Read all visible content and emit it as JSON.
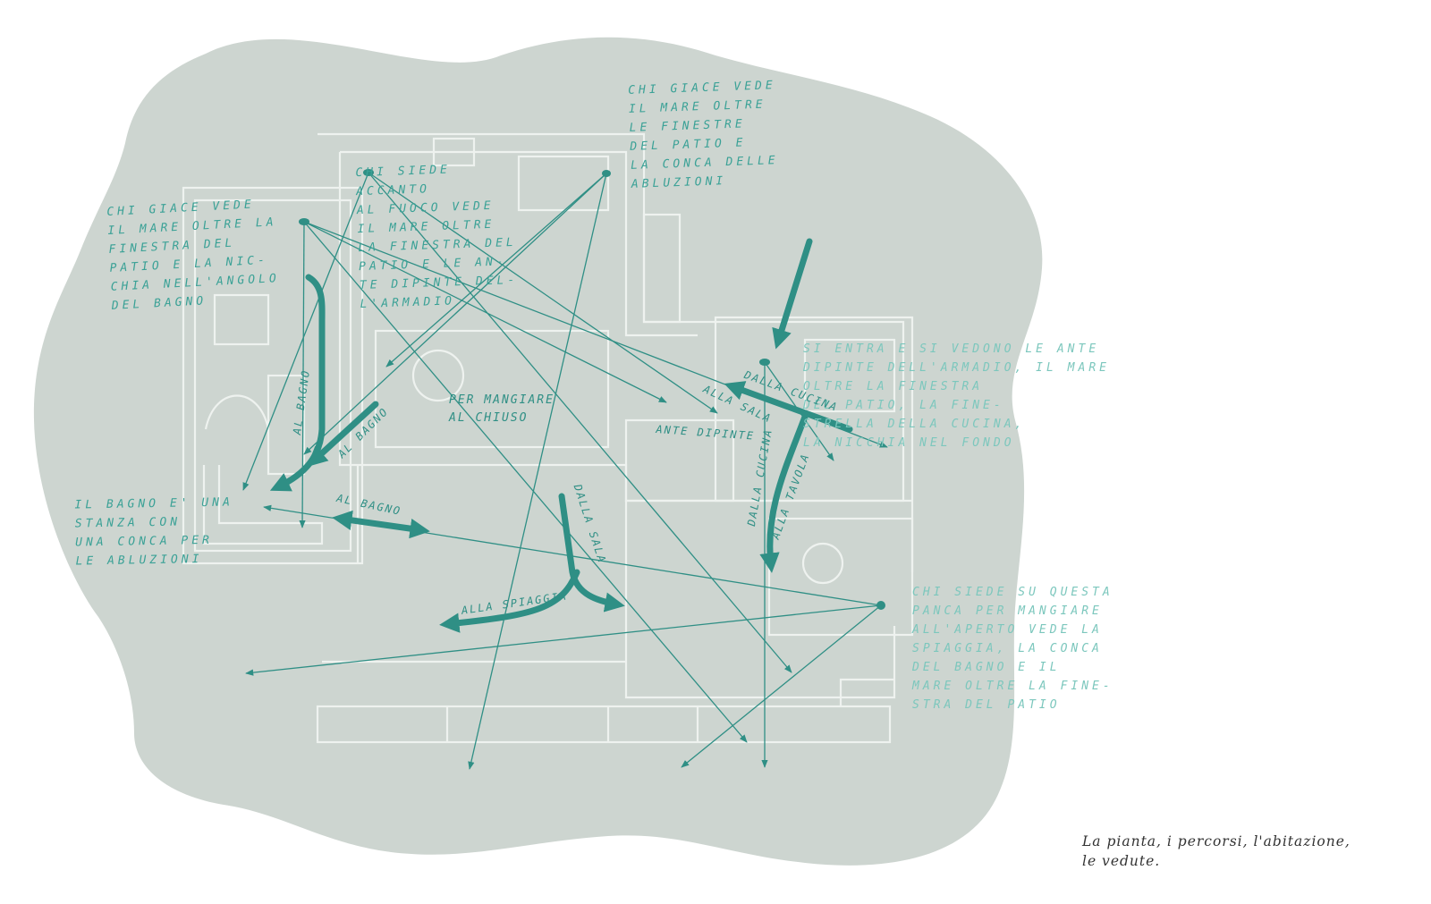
{
  "colors": {
    "blob": "#cdd5d0",
    "plan_line": "#eef2ef",
    "arrow": "#2f8f85",
    "text": "#3aa196",
    "caption": "#333333"
  },
  "notes": {
    "top_right": "CHI GIACE VEDE\nIL MARE OLTRE\nLE FINESTRE\nDEL PATIO E\nLA CONCA DELLE\nABLUZIONI",
    "top_left": "CHI GIACE VEDE\nIL MARE OLTRE LA\nFINESTRA DEL\nPATIO E LA NIC-\nCHIA NELL'ANGOLO\nDEL BAGNO",
    "fire": "CHI SIEDE\nACCANTO\nAL FUOCO VEDE\nIL MARE OLTRE\nLA FINESTRA DEL\nPATIO E LE AN-\nTE DIPINTE DEL-\nL'ARMADIO",
    "entrance": "SI ENTRA E SI VEDONO LE ANTE\nDIPINTE DELL'ARMADIO, IL MARE\nOLTRE LA FINESTRA\nDEL PATIO, LA FINE-\nSTRELLA DELLA CUCINA,\nLA NICCHIA NEL FONDO",
    "bath": "IL BAGNO E' UNA\nSTANZA CON\nUNA CONCA PER\nLE ABLUZIONI",
    "bench": "CHI SIEDE SU QUESTA\nPANCA PER MANGIARE\nALL'APERTO VEDE LA\nSPIAGGIA, LA CONCA\nDEL BAGNO E IL\nMARE OLTRE LA FINE-\nSTRA DEL PATIO"
  },
  "labels": {
    "al_bagno_vertical": "AL BAGNO",
    "al_bagno_diag": "AL BAGNO",
    "al_bagno_lower": "AL BAGNO",
    "per_mangiare": "PER MANGIARE\nAL CHIUSO",
    "alla_sala": "ALLA SALA",
    "dalla_cucina": "DALLA CUCINA",
    "ante_dipinte": "ANTE DIPINTE",
    "dalla_cucina_2": "DALLA CUCINA",
    "alla_tavola": "ALLA TAVOLA",
    "dalla_sala": "DALLA SALA",
    "alla_spiaggia": "ALLA SPIAGGIA"
  },
  "caption": "La pianta, i percorsi, l'abitazione,\nle vedute."
}
